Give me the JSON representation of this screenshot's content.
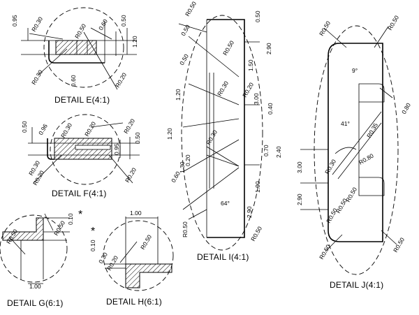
{
  "details": [
    {
      "key": "E",
      "caption": "DETAIL E(4:1)",
      "dims": {
        "d095": "0.95",
        "r030": "R0.30",
        "r050": "R0.50",
        "d060a": "0.60",
        "d050": "0.50",
        "d120": "1.20",
        "r030b": "R0.30",
        "d060b": "0.60",
        "r020": "R0.20"
      }
    },
    {
      "key": "F",
      "caption": "DETAIL F(4:1)",
      "dims": {
        "d050": "0.50",
        "d096": "0.96",
        "r030": "R0.30",
        "r020a": "R0.20",
        "d095": "0.95",
        "d050b": "0.50",
        "r030b": "R0.30",
        "r020b": "R0.20",
        "r020c": "R0.20"
      }
    },
    {
      "key": "G",
      "caption": "DETAIL G(6:1)",
      "dims": {
        "r050a": "R0.50",
        "r050b": "R0.50",
        "d010": "0.10",
        "d100": "1.00",
        "star": "*"
      }
    },
    {
      "key": "H",
      "caption": "DETAIL H(6:1)",
      "dims": {
        "d100": "1.00",
        "d010": "0.10",
        "r050": "R0.50",
        "r020": "R0.20",
        "d030": "0.30",
        "star": "*"
      }
    },
    {
      "key": "I",
      "caption": "DETAIL I(4:1)",
      "dims": {
        "r050a": "R0.50",
        "d050": "0.50",
        "d290a": "2.90",
        "d050b": "0.50",
        "r050b": "R0.50",
        "d150": "1.50",
        "d050c": "0.50",
        "r030a": "R0.30",
        "d120a": "1.20",
        "d300": "3.00",
        "r020": "R0.20",
        "d040": "0.40",
        "d120b": "1.20",
        "r030b": "R0.30",
        "d070": "0.70",
        "d240": "2.40",
        "d130": "1.30",
        "d190": "1.90",
        "d020": "0.20",
        "d060": "0.60",
        "ang64": "64°",
        "d290b": "2.90",
        "r050c": "R0.50",
        "r050d": "R0.50"
      }
    },
    {
      "key": "J",
      "caption": "DETAIL J(4:1)",
      "dims": {
        "r050a": "R0.50",
        "r050b": "R0.50",
        "d080": "0.80",
        "ang9": "9°",
        "ang41": "41°",
        "r035": "R0.35",
        "r080": "R0.80",
        "r030": "R0.30",
        "d300": "3.00",
        "d290": "2.90",
        "r050c": "R0.50",
        "r050d": "R0.50",
        "r050e": "R0.50",
        "r050f": "R0.50",
        "r050g": "R0.50"
      }
    }
  ]
}
